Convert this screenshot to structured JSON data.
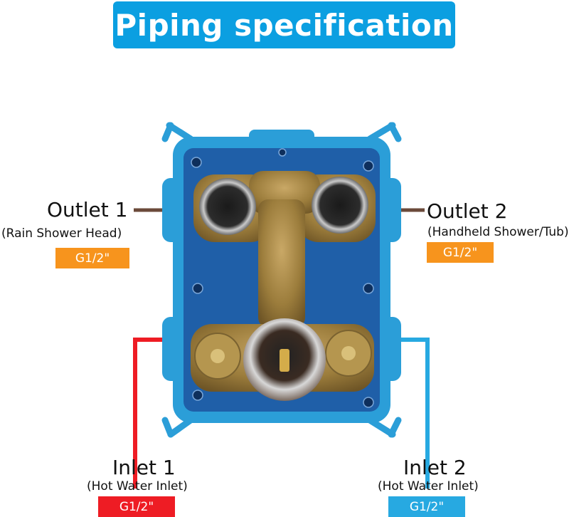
{
  "title": "Piping specification",
  "colors": {
    "banner": "#0b9fe1",
    "orange": "#f7941d",
    "hot": "#ee1c24",
    "cold": "#27a9e1",
    "outlet_pipe": "#6b4a3a",
    "box": "#2b9ed8",
    "box_inner": "#1f5fa8",
    "brass": "#a88a45"
  },
  "outlet1": {
    "name": "Outlet 1",
    "desc": "(Rain Shower Head)",
    "spec": "G1/2\""
  },
  "outlet2": {
    "name": "Outlet 2",
    "desc": "(Handheld Shower/Tub)",
    "spec": "G1/2\""
  },
  "inlet1": {
    "name": "Inlet 1",
    "desc": "(Hot Water Inlet)",
    "spec": "G1/2\""
  },
  "inlet2": {
    "name": "Inlet 2",
    "desc": "(Hot Water Inlet)",
    "spec": "G1/2\""
  }
}
